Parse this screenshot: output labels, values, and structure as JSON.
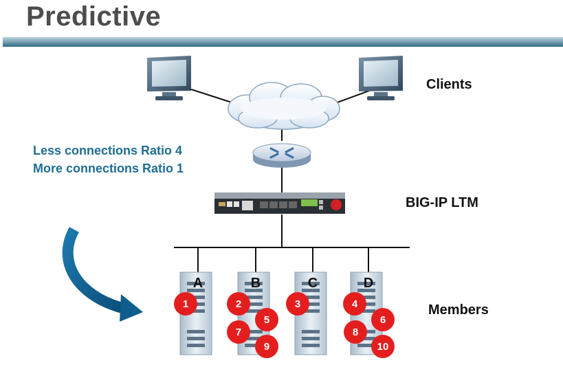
{
  "slide": {
    "title": "Predictive"
  },
  "labels": {
    "clients": "Clients",
    "device": "BIG-IP LTM",
    "members": "Members"
  },
  "note": {
    "line1": "Less connections Ratio 4",
    "line2": "More connections Ratio 1"
  },
  "servers": [
    {
      "label": "A",
      "connections": [
        "1"
      ]
    },
    {
      "label": "B",
      "connections": [
        "2",
        "5",
        "7",
        "9"
      ]
    },
    {
      "label": "C",
      "connections": [
        "3"
      ]
    },
    {
      "label": "D",
      "connections": [
        "4",
        "6",
        "8",
        "10"
      ]
    }
  ],
  "colors": {
    "badge": "#e41e1e",
    "note": "#1f6e94",
    "arrow": "#0f5d8c",
    "title": "#4d4d4d"
  }
}
